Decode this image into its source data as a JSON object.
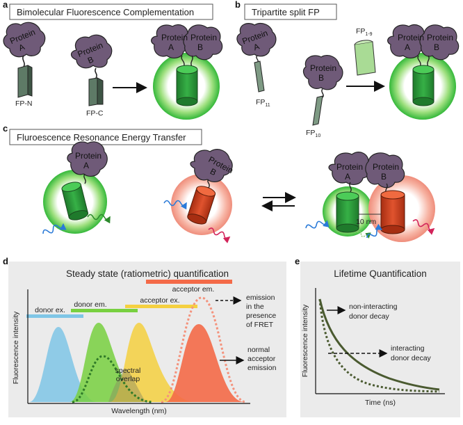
{
  "panels": {
    "a": {
      "letter": "a",
      "title": "Bimolecular Fluorescence Complementation",
      "protein_a": [
        "Protein",
        "A"
      ],
      "protein_b": [
        "Protein",
        "B"
      ],
      "fp_n": "FP-N",
      "fp_c": "FP-C",
      "complex_a": [
        "Protein",
        "A"
      ],
      "complex_b": [
        "Protein",
        "B"
      ]
    },
    "b": {
      "letter": "b",
      "title": "Tripartite split FP",
      "protein_a": [
        "Protein",
        "A"
      ],
      "protein_b": [
        "Protein",
        "B"
      ],
      "fp11": {
        "base": "FP",
        "sub": "11"
      },
      "fp10": {
        "base": "FP",
        "sub": "10"
      },
      "fp19": {
        "base": "FP",
        "sub": "1-9"
      },
      "complex_a": [
        "Protein",
        "A"
      ],
      "complex_b": [
        "Protein",
        "B"
      ]
    },
    "c": {
      "letter": "c",
      "title": "Fluroescence Resonance Energy Transfer",
      "protein_a": [
        "Protein",
        "A"
      ],
      "protein_b": [
        "Protein",
        "B"
      ],
      "complex_a": [
        "Protein",
        "A"
      ],
      "complex_b": [
        "Protein",
        "B"
      ],
      "distance": "10 nm"
    },
    "d": {
      "letter": "d",
      "title": "Steady state (ratiometric) quantification",
      "ylabel": "Fluorescence intensity",
      "xlabel": "Wavelength (nm)",
      "donor_ex": "donor ex.",
      "donor_em": "donor em.",
      "acceptor_ex": "acceptor ex.",
      "acceptor_em": "acceptor em.",
      "fret_note": [
        "emission",
        "in the",
        "presence",
        "of FRET"
      ],
      "normal_note": [
        "normal",
        "acceptor",
        "emission"
      ],
      "overlap": [
        "spectral",
        "overlap"
      ]
    },
    "e": {
      "letter": "e",
      "title": "Lifetime Quantification",
      "ylabel": "Fluorescence intensity",
      "xlabel": "Time (ns)",
      "noninteracting": [
        "non-interacting",
        "donor decay"
      ],
      "interacting": [
        "interacting",
        "donor decay"
      ]
    }
  },
  "colors": {
    "protein": "#6f5a78",
    "green": "#2e9e3e",
    "red": "#d8401f",
    "donor_ex": "#7fc6e6",
    "donor_em": "#78d040",
    "acceptor_ex": "#f5d040",
    "acceptor_em": "#f46a48",
    "decay": "#4a5a30"
  },
  "chart_data": [
    {
      "type": "area",
      "title": "Steady state (ratiometric) quantification",
      "xlabel": "Wavelength (nm)",
      "ylabel": "Fluorescence intensity",
      "series": [
        {
          "name": "donor ex."
        },
        {
          "name": "donor em."
        },
        {
          "name": "acceptor ex."
        },
        {
          "name": "acceptor em."
        }
      ]
    },
    {
      "type": "line",
      "title": "Lifetime Quantification",
      "xlabel": "Time (ns)",
      "ylabel": "Fluorescence intensity",
      "series": [
        {
          "name": "non-interacting donor decay"
        },
        {
          "name": "interacting donor decay"
        }
      ]
    }
  ]
}
